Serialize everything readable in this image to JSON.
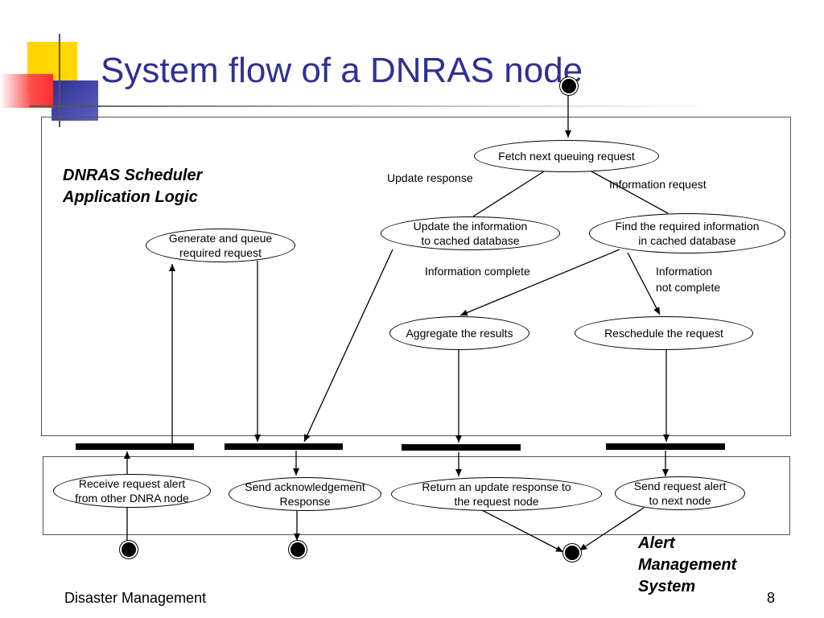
{
  "title": "System flow of a DNRAS node",
  "scheduler_label": "DNRAS Scheduler\nApplication Logic",
  "alert_system_label": "Alert\nManagement\nSystem",
  "nodes": {
    "fetch": "Fetch next queuing request",
    "update_cache": "Update the information\nto cached database",
    "find_info": "Find the required information\nin cached database",
    "generate_queue": "Generate and queue\nrequired request",
    "aggregate": "Aggregate the results",
    "reschedule": "Reschedule the request",
    "receive_alert": "Receive request alert\nfrom other DNRA node",
    "send_ack": "Send acknowledgement\nResponse",
    "return_update": "Return an update response to\nthe request node",
    "send_alert": "Send request alert\nto next node"
  },
  "edge_labels": {
    "update_response": "Update response",
    "information_request": "Information request",
    "information_complete": "Information complete",
    "information_not_complete": "Information\nnot complete"
  },
  "footer": {
    "left": "Disaster Management",
    "page": "8"
  }
}
